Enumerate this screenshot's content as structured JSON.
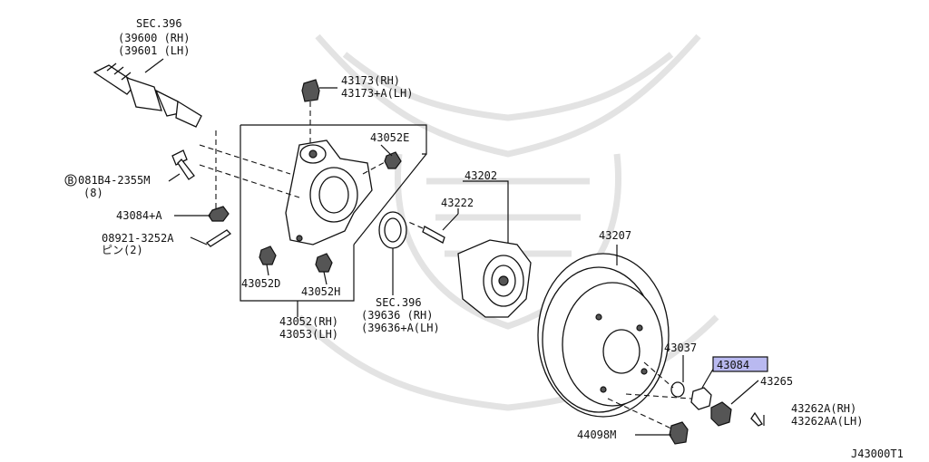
{
  "diagram_code": "J43000T1",
  "highlight_color": "#b9b9f0",
  "labels": {
    "sec396_a": "SEC.396",
    "sec396_a_rh": "(39600 (RH)",
    "sec396_a_lh": "(39601 (LH)",
    "p43173_rh": "43173(RH)",
    "p43173_lh": "43173+A(LH)",
    "p43052e": "43052E",
    "p081b4": "081B4-2355M",
    "p081b4_qty": "(8)",
    "p081b4_prefix": "B",
    "p43084a": "43084+A",
    "p08921": "08921-3252A",
    "p08921_sub": "ピン(2)",
    "p43052d": "43052D",
    "p43052h": "43052H",
    "p43052_rh": "43052(RH)",
    "p43053_lh": "43053(LH)",
    "p43202": "43202",
    "p43222": "43222",
    "sec396_b": "SEC.396",
    "sec396_b_rh": "(39636   (RH)",
    "sec396_b_lh": "(39636+A(LH)",
    "p43207": "43207",
    "p43037": "43037",
    "p43084": "43084",
    "p43265": "43265",
    "p43262a_rh": "43262A(RH)",
    "p43262aa_lh": "43262AA(LH)",
    "p44098m": "44098M"
  }
}
